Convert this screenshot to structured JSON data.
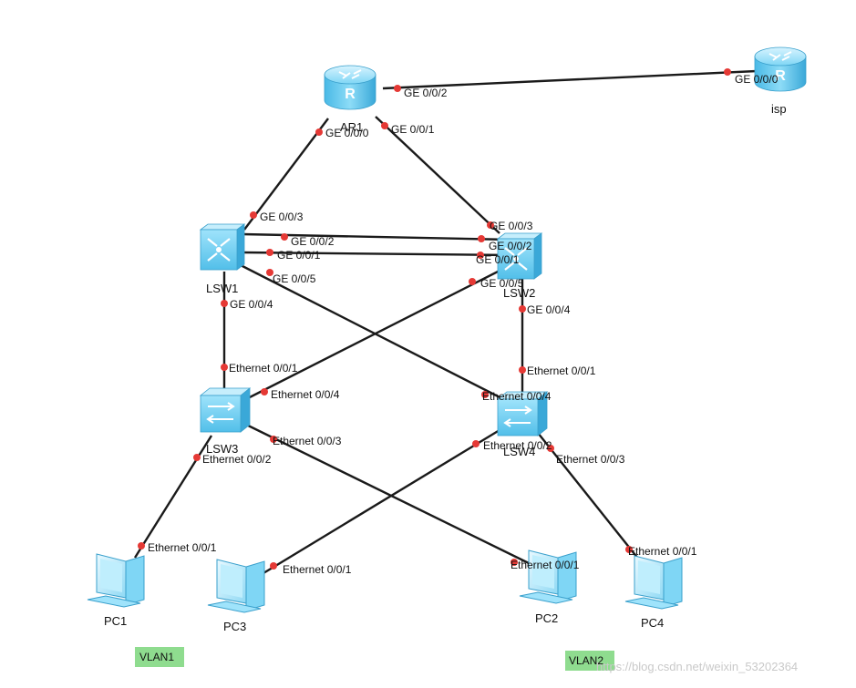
{
  "devices": {
    "ar1": {
      "label": "AR1"
    },
    "isp": {
      "label": "isp"
    },
    "lsw1": {
      "label": "LSW1"
    },
    "lsw2": {
      "label": "LSW2"
    },
    "lsw3": {
      "label": "LSW3"
    },
    "lsw4": {
      "label": "LSW4"
    },
    "pc1": {
      "label": "PC1"
    },
    "pc2": {
      "label": "PC2"
    },
    "pc3": {
      "label": "PC3"
    },
    "pc4": {
      "label": "PC4"
    }
  },
  "ports": {
    "ar1_g002": "GE 0/0/2",
    "isp_g000": "GE 0/0/0",
    "ar1_g000": "GE 0/0/0",
    "ar1_g001": "GE 0/0/1",
    "lsw1_g003": "GE 0/0/3",
    "lsw2_g003": "GE 0/0/3",
    "lsw1_g002": "GE 0/0/2",
    "lsw2_g002": "GE 0/0/2",
    "lsw1_g001": "GE 0/0/1",
    "lsw2_g001": "GE 0/0/1",
    "lsw1_g005": "GE 0/0/5",
    "lsw2_g005": "GE 0/0/5",
    "lsw1_g004": "GE 0/0/4",
    "lsw2_g004": "GE 0/0/4",
    "lsw3_e001": "Ethernet 0/0/1",
    "lsw4_e001": "Ethernet 0/0/1",
    "lsw3_e004": "Ethernet 0/0/4",
    "lsw4_e004": "Ethernet 0/0/4",
    "lsw3_e003": "Ethernet 0/0/3",
    "lsw3_e002": "Ethernet 0/0/2",
    "lsw4_e002": "Ethernet 0/0/2",
    "lsw4_e003": "Ethernet 0/0/3",
    "pc1_e001": "Ethernet 0/0/1",
    "pc3_e001": "Ethernet 0/0/1",
    "pc2_e001": "Ethernet 0/0/1",
    "pc4_e001": "Ethernet 0/0/1"
  },
  "vlans": {
    "vlan1": "VLAN1",
    "vlan2": "VLAN2"
  },
  "watermark": "https://blog.csdn.net/weixin_53202364",
  "colors": {
    "link": "#1a1a1a",
    "port": "#e53935",
    "device": "#5bc8ee",
    "vlan_bg": "#8fdc8f"
  }
}
